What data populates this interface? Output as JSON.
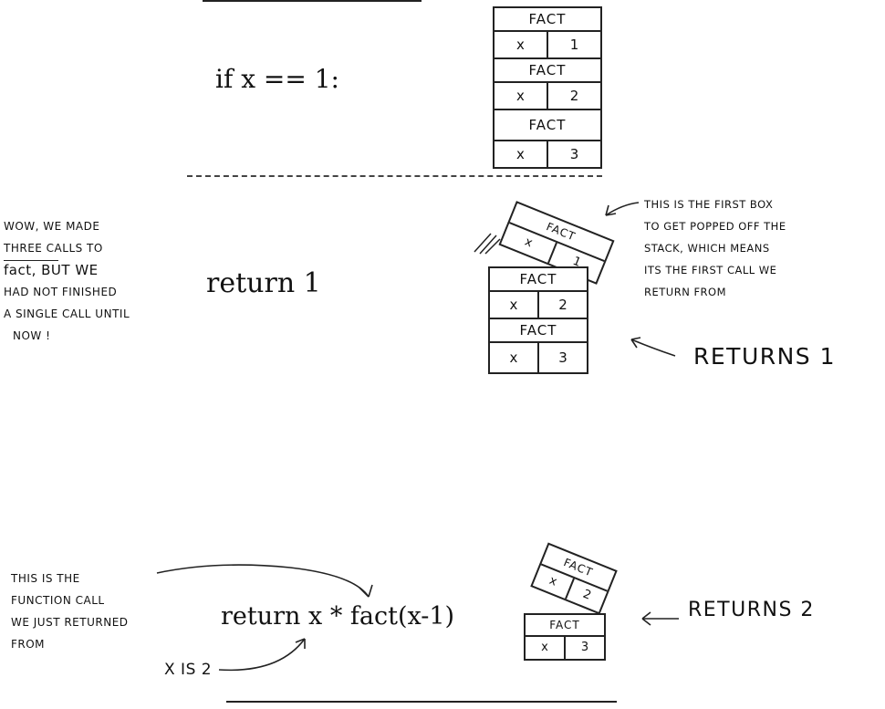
{
  "panel_top": {
    "code": "if x == 1:",
    "stack": [
      {
        "title": "FACT",
        "var": "x",
        "value": "1"
      },
      {
        "title": "FACT",
        "var": "x",
        "value": "2"
      },
      {
        "title": "FACT",
        "var": "x",
        "value": "3"
      }
    ]
  },
  "panel_middle": {
    "code": "return 1",
    "note_left": [
      "WOW, WE MADE",
      "THREE CALLS TO",
      "fact, BUT WE",
      "HAD NOT FINISHED",
      "A SINGLE CALL UNTIL",
      "NOW !"
    ],
    "popped_frame": {
      "title": "FACT",
      "var": "x",
      "value": "1"
    },
    "stack": [
      {
        "title": "FACT",
        "var": "x",
        "value": "2"
      },
      {
        "title": "FACT",
        "var": "x",
        "value": "3"
      }
    ],
    "note_right": [
      "THIS IS THE FIRST BOX",
      "TO GET POPPED OFF THE",
      "STACK, WHICH MEANS",
      "ITS THE FIRST CALL WE",
      "RETURN FROM"
    ],
    "returns_label": "RETURNS 1"
  },
  "panel_bottom": {
    "code": "return x * fact(x-1)",
    "note_left": [
      "THIS IS THE",
      "FUNCTION CALL",
      "WE JUST RETURNED",
      "FROM"
    ],
    "x_note": "X IS 2",
    "popped_frame": {
      "title": "FACT",
      "var": "x",
      "value": "2"
    },
    "stack": [
      {
        "title": "FACT",
        "var": "x",
        "value": "3"
      }
    ],
    "returns_label": "RETURNS 2"
  }
}
